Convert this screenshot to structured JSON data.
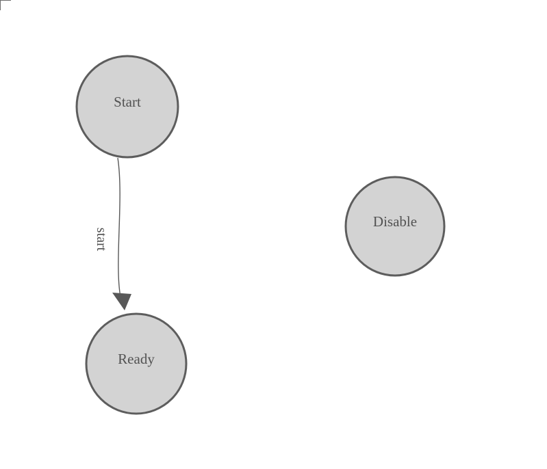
{
  "diagram": {
    "type": "state-machine",
    "nodes": [
      {
        "id": "start",
        "label": "Start"
      },
      {
        "id": "ready",
        "label": "Ready"
      },
      {
        "id": "disable",
        "label": "Disable"
      }
    ],
    "edges": [
      {
        "from": "start",
        "to": "ready",
        "label": "start"
      }
    ],
    "colors": {
      "background": "#ffffff",
      "node_fill": "#d3d3d3",
      "node_stroke": "#5d5d5d",
      "node_label": "#525252",
      "edge_stroke": "#585858",
      "edge_label": "#4f4f4f",
      "corner_mark": "#6b6b6b"
    }
  }
}
